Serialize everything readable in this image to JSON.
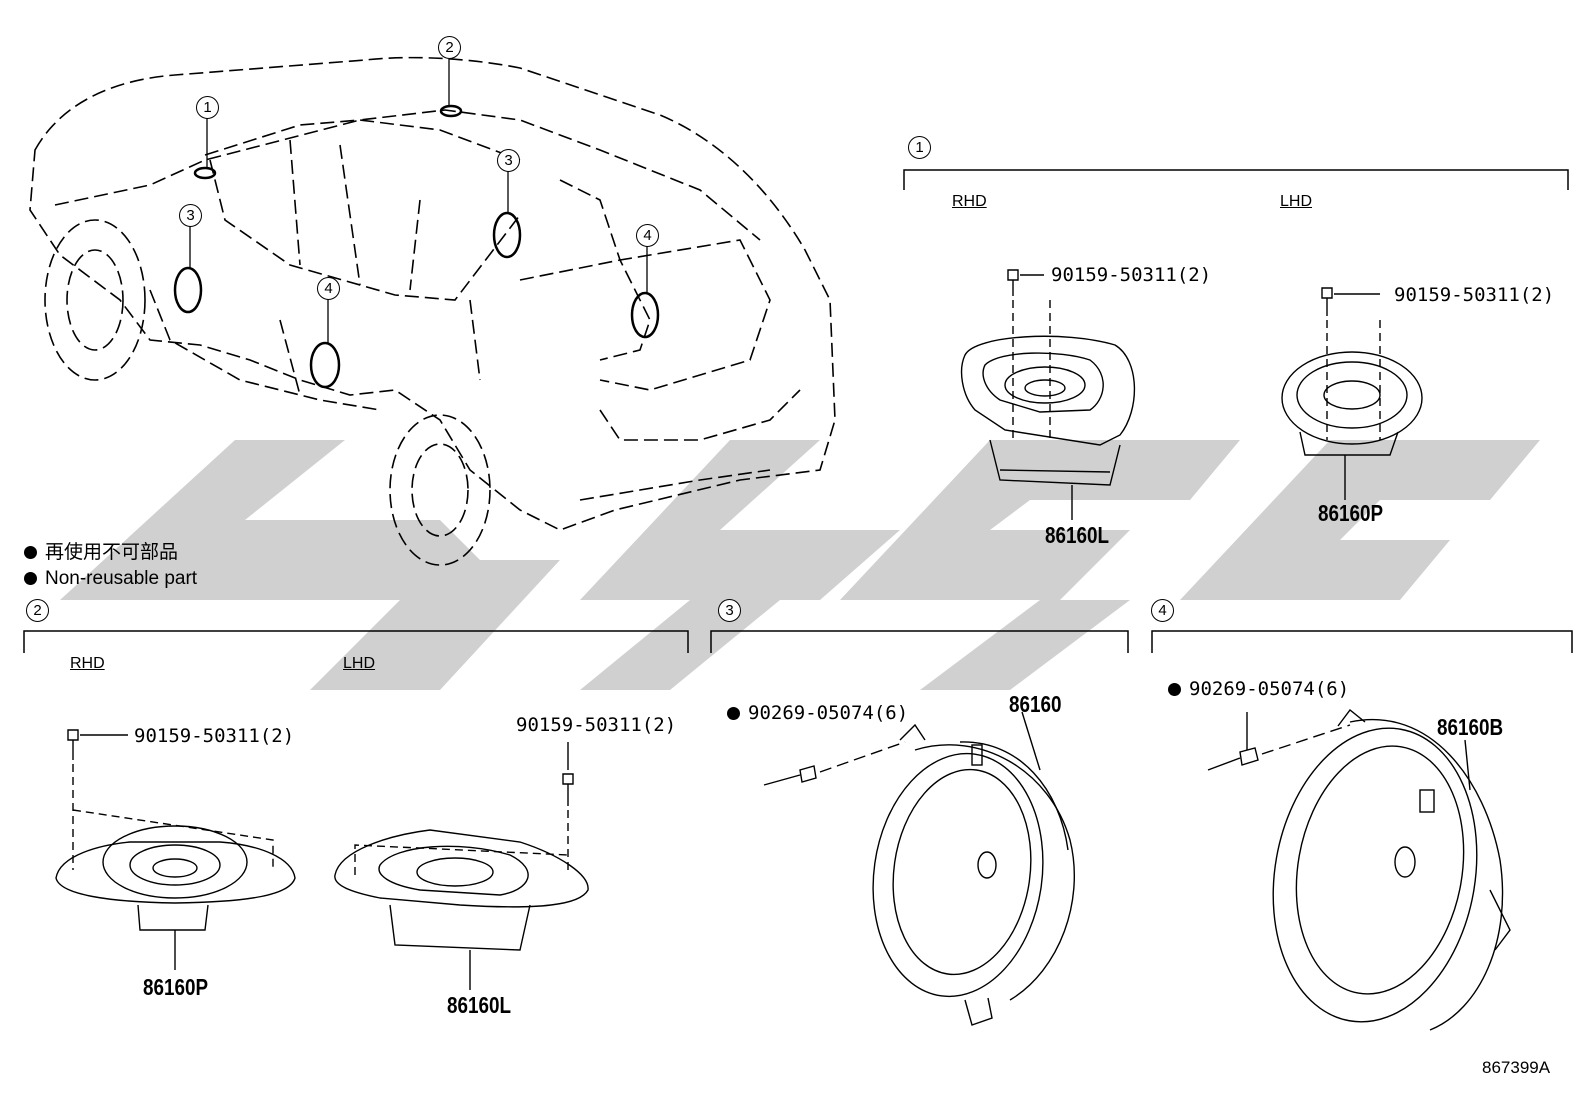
{
  "watermark": {
    "color": "#c8c8c8"
  },
  "callouts": {
    "one": "1",
    "two": "2",
    "three": "3",
    "four": "4"
  },
  "legend": {
    "japanese": "再使用不可部品",
    "english": "Non-reusable part"
  },
  "section1": {
    "number": "1",
    "rhd_label": "RHD",
    "lhd_label": "LHD",
    "rhd_bolt": "90159-50311(2)",
    "rhd_part": "86160L",
    "lhd_bolt": "90159-50311(2)",
    "lhd_part": "86160P"
  },
  "section2": {
    "number": "2",
    "rhd_label": "RHD",
    "lhd_label": "LHD",
    "rhd_bolt": "90159-50311(2)",
    "rhd_part": "86160P",
    "lhd_bolt": "90159-50311(2)",
    "lhd_part": "86160L"
  },
  "section3": {
    "number": "3",
    "rivet": "90269-05074(6)",
    "part": "86160"
  },
  "section4": {
    "number": "4",
    "rivet": "90269-05074(6)",
    "part": "86160B"
  },
  "diagram_code": "867399A"
}
